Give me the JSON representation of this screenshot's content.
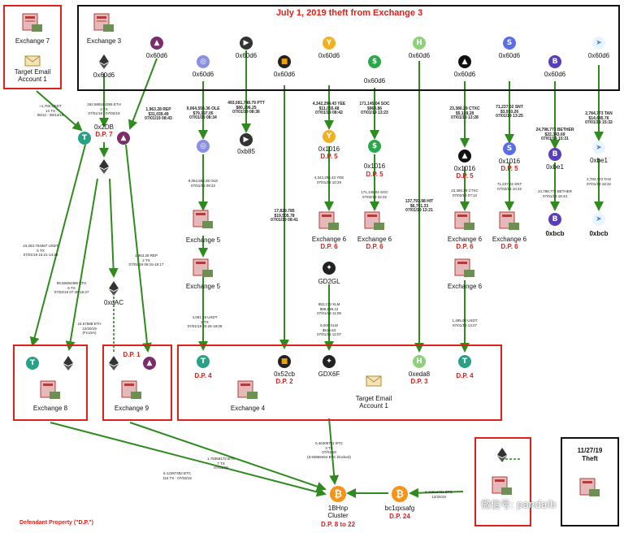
{
  "title": "July 1, 2019 theft from Exchange 3",
  "legend": "Defendant Property (\"D.P.\")",
  "watermark": "微信号: pandaib",
  "theft_box": {
    "date": "11/27/19",
    "label": "Theft"
  },
  "nodes": {
    "exchange7": "Exchange 7",
    "target_email_top": "Target Email\nAccount 1",
    "exchange3": "Exchange 3",
    "eth_src": "0x60d6",
    "rep_src": "0x60d6",
    "ole_src": "0x60d6",
    "ptt_src": "0x60d6",
    "cro_src": "0x60d6",
    "yee_src": "0x60d6",
    "soc_src": "0x60d6",
    "hit_src": "0x60d6",
    "ctxc_src": "0x60d6",
    "snt_src": "0x60d6",
    "bether_src": "0x60d6",
    "tan_src": "0x60d6",
    "x2db": "0x2DB",
    "x2db_dp": "D.P. 7",
    "xb85": "0xb85",
    "x1016_yee": "0x1016",
    "x1016_yee_dp": "D.P. 5",
    "x1016_soc": "0x1016",
    "x1016_soc_dp": "D.P. 5",
    "x1016_ctxc": "0x1016",
    "x1016_ctxc_dp": "D.P. 5",
    "x1016_snt": "0x1016",
    "x1016_snt_dp": "D.P. 5",
    "xbe1_a": "0xbe1",
    "xbe1_b": "0xbe1",
    "xbcb_a": "0xbcb",
    "xbcb_b": "0xbcb",
    "exch5a": "Exchange 5",
    "exch5b": "Exchange 5",
    "exch6a": "Exchange 6",
    "exch6a_dp": "D.P. 6",
    "exch6b": "Exchange 6",
    "exch6b_dp": "D.P. 6",
    "exch6c": "Exchange 6",
    "exch6c_dp": "D.P. 6",
    "exch6d": "Exchange 6",
    "exch6d_dp": "D.P. 6",
    "exch6e": "Exchange 6",
    "gd2gl": "GD2GL",
    "xdac": "0xdAC",
    "exchange8": "Exchange 8",
    "exchange9": "Exchange 9",
    "dp1": "D.P. 1",
    "dp4a": "D.P. 4",
    "x52cb": "0x52cb",
    "dp2": "D.P. 2",
    "gdx6f": "GDX6F",
    "xeda8": "0xeda8",
    "dp3": "D.P. 3",
    "dp4b": "D.P. 4",
    "exchange4": "Exchange 4",
    "target_email_bottom": "Target Email\nAccount 1",
    "bhnp": "1BHnp\nCluster",
    "bhnp_dp": "D.P. 8 to 22",
    "bc1": "bc1qxsafg",
    "bc1_dp": "D.P. 24"
  },
  "flows": {
    "f_usdt7": "~1,702 USDT\n14 TX\n06/12 - 08/14/19",
    "f_eth": "262.589164355 ETH\n2 TX\n07/01/19 - 07/02/19",
    "f_rep": "1,963.28 REP\n$31,039.49\n07/01/19 08:43",
    "f_ole": "9,064,558.36 OLE\n$79,197.05\n07/01/19 08:34",
    "f_ptt": "493,081,748.79 PTT\n$80,296.25\n07/01/19 08:36",
    "f_yee": "4,342,294.43 YEE\n$11,055.48\n07/01/19 08:42",
    "f_soc": "171,145.04 SOC\n$963.86\n07/01/19 13:23",
    "f_ctxc": "23,380.29 CTXC\n$5,128.28\n07/01/19 13:28",
    "f_snt": "71,237.02 SNT\n$3,910.26\n07/01/19 13:25",
    "f_tan": "2,784,773 TAN\n$14,645.76\n07/01/19 15:32",
    "f_bether": "24,798,773 BETHER\n$22,343.69\n07/01/19 15:31",
    "f_cro": "17,829.785\n$19,505.78\n07/01/19 08:41",
    "f_hit": "137,793.98 HIT\n$6,701.33\n07/01/19 13:21",
    "f_ole2": "9,064,558.36 OLE\n07/01/19 09:22",
    "f_yee2": "4,342,294.43 YEE\n07/01/19 10:29",
    "f_soc2": "171,145.04 SOC\n07/02/19 22:32",
    "f_ctxc2": "23,380.29 CTXC\n07/02/19 07:12",
    "f_snt2": "71,237.02 SNT\n07/02/19 10:42",
    "f_bether2": "24,798,773 BETHER\n07/01/19 18:43",
    "f_tan2": "2,784,772 TAN\n07/01/19 18:32",
    "f_usdt8": "23,263.704067 USDT\n5 TX\n07/01/19 15:21-14:28",
    "f_eth8": "99.58484386 ETH\n6 TX\n07/02/19 07:46-16:27",
    "f_rep9": "1,963.28 REP\n2 TX\n07/01/19 09:15-18:17",
    "f_frozen": "24.67588 ETH\n12/20/19\n(Frozen)",
    "f_usdt4": "4,091.49 USDT\n2 TX\n07/01/19 20:26-18:09",
    "f_xlm": "952,213 XLM\n$98,198.12\n07/01/19 11:08",
    "f_xlm2": "9,000 XLM\n$515.63\n07/01/19 12:07",
    "f_usdt6": "1,495.00 USDT\n07/01/19 13:27",
    "f_btc4": "0.46306721 BTC\n3 TX\n07/01/19\n(8.93868454 BTC blocked)",
    "f_btc9": "1.75066172 BTC\n7 TX\n07/01/19",
    "f_btc8": "6.12287482 BTC\n115 TX - 07/03/19",
    "f_btc24": "0.10012721 BTC\n12/20/19"
  }
}
